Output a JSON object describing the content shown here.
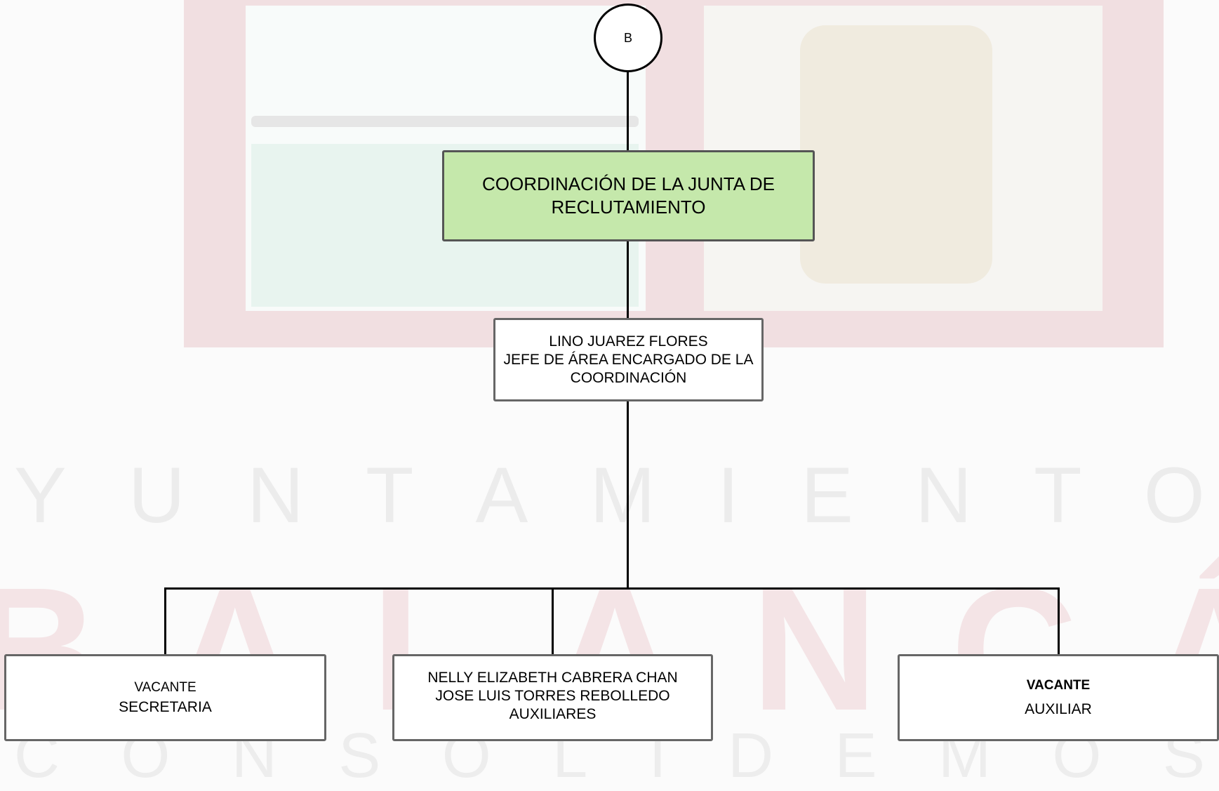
{
  "watermark": {
    "row1": "YUNTAMIENTO",
    "row2": "BALANCÁ",
    "row3": "CONSOLIDEMOS"
  },
  "org_chart": {
    "connector": "B",
    "main_unit": {
      "line1": "COORDINACIÓN DE LA JUNTA DE",
      "line2": "RECLUTAMIENTO",
      "fill_color": "#c5e8ab"
    },
    "head": {
      "name": "LINO JUAREZ FLORES",
      "title_line1": "JEFE DE ÁREA ENCARGADO DE LA",
      "title_line2": "COORDINACIÓN"
    },
    "subordinates": [
      {
        "name": "VACANTE",
        "role": "SECRETARIA"
      },
      {
        "name1": "NELLY ELIZABETH CABRERA CHAN",
        "name2": "JOSE LUIS TORRES REBOLLEDO",
        "role": "AUXILIARES"
      },
      {
        "name": "VACANTE",
        "role": "AUXILIAR"
      }
    ]
  }
}
